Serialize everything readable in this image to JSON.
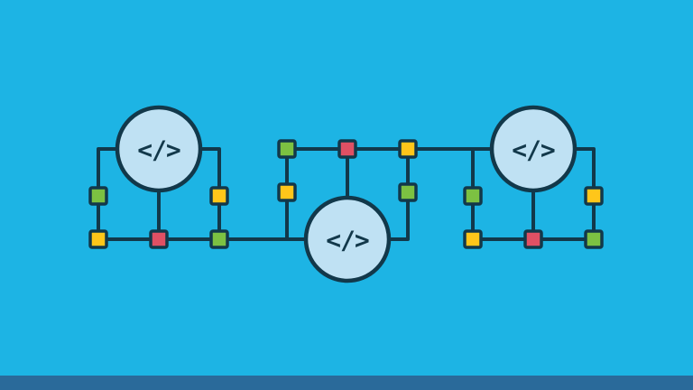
{
  "colors": {
    "background": "#1db4e4",
    "bottom_bar": "#2a6a9a",
    "stroke": "#12384a",
    "circle_fill": "#bfe1f3",
    "green": "#7cc142",
    "yellow": "#ffc61a",
    "red": "#e05064"
  },
  "nodes": {
    "code_hubs": [
      {
        "id": "code-hub-left",
        "glyph": "</>"
      },
      {
        "id": "code-hub-center",
        "glyph": "</>"
      },
      {
        "id": "code-hub-right",
        "glyph": "</>"
      }
    ],
    "square_nodes": [
      {
        "id": "sq-1",
        "color": "green"
      },
      {
        "id": "sq-2",
        "color": "yellow"
      },
      {
        "id": "sq-3",
        "color": "yellow"
      },
      {
        "id": "sq-4",
        "color": "red"
      },
      {
        "id": "sq-5",
        "color": "green"
      },
      {
        "id": "sq-6",
        "color": "green"
      },
      {
        "id": "sq-7",
        "color": "red"
      },
      {
        "id": "sq-8",
        "color": "yellow"
      },
      {
        "id": "sq-9",
        "color": "yellow"
      },
      {
        "id": "sq-10",
        "color": "green"
      },
      {
        "id": "sq-11",
        "color": "green"
      },
      {
        "id": "sq-12",
        "color": "yellow"
      },
      {
        "id": "sq-13",
        "color": "yellow"
      },
      {
        "id": "sq-14",
        "color": "red"
      },
      {
        "id": "sq-15",
        "color": "green"
      }
    ]
  }
}
